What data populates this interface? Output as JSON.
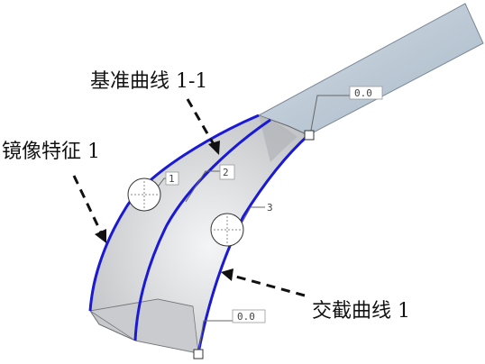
{
  "labels": {
    "datum_curve": "基准曲线 1-1",
    "mirror_feature": "镜像特征 1",
    "intersect_curve": "交截曲线 1"
  },
  "tags": {
    "value_top": "0.0",
    "value_bottom": "0.0",
    "index_1": "1",
    "index_2": "2",
    "index_3": "3"
  },
  "colors": {
    "curve": "#1a1ad6",
    "surface_light": "#e6e8ea",
    "surface_mid": "#c4c7ca",
    "strip": "#b8c6d3",
    "edge": "#555555"
  }
}
